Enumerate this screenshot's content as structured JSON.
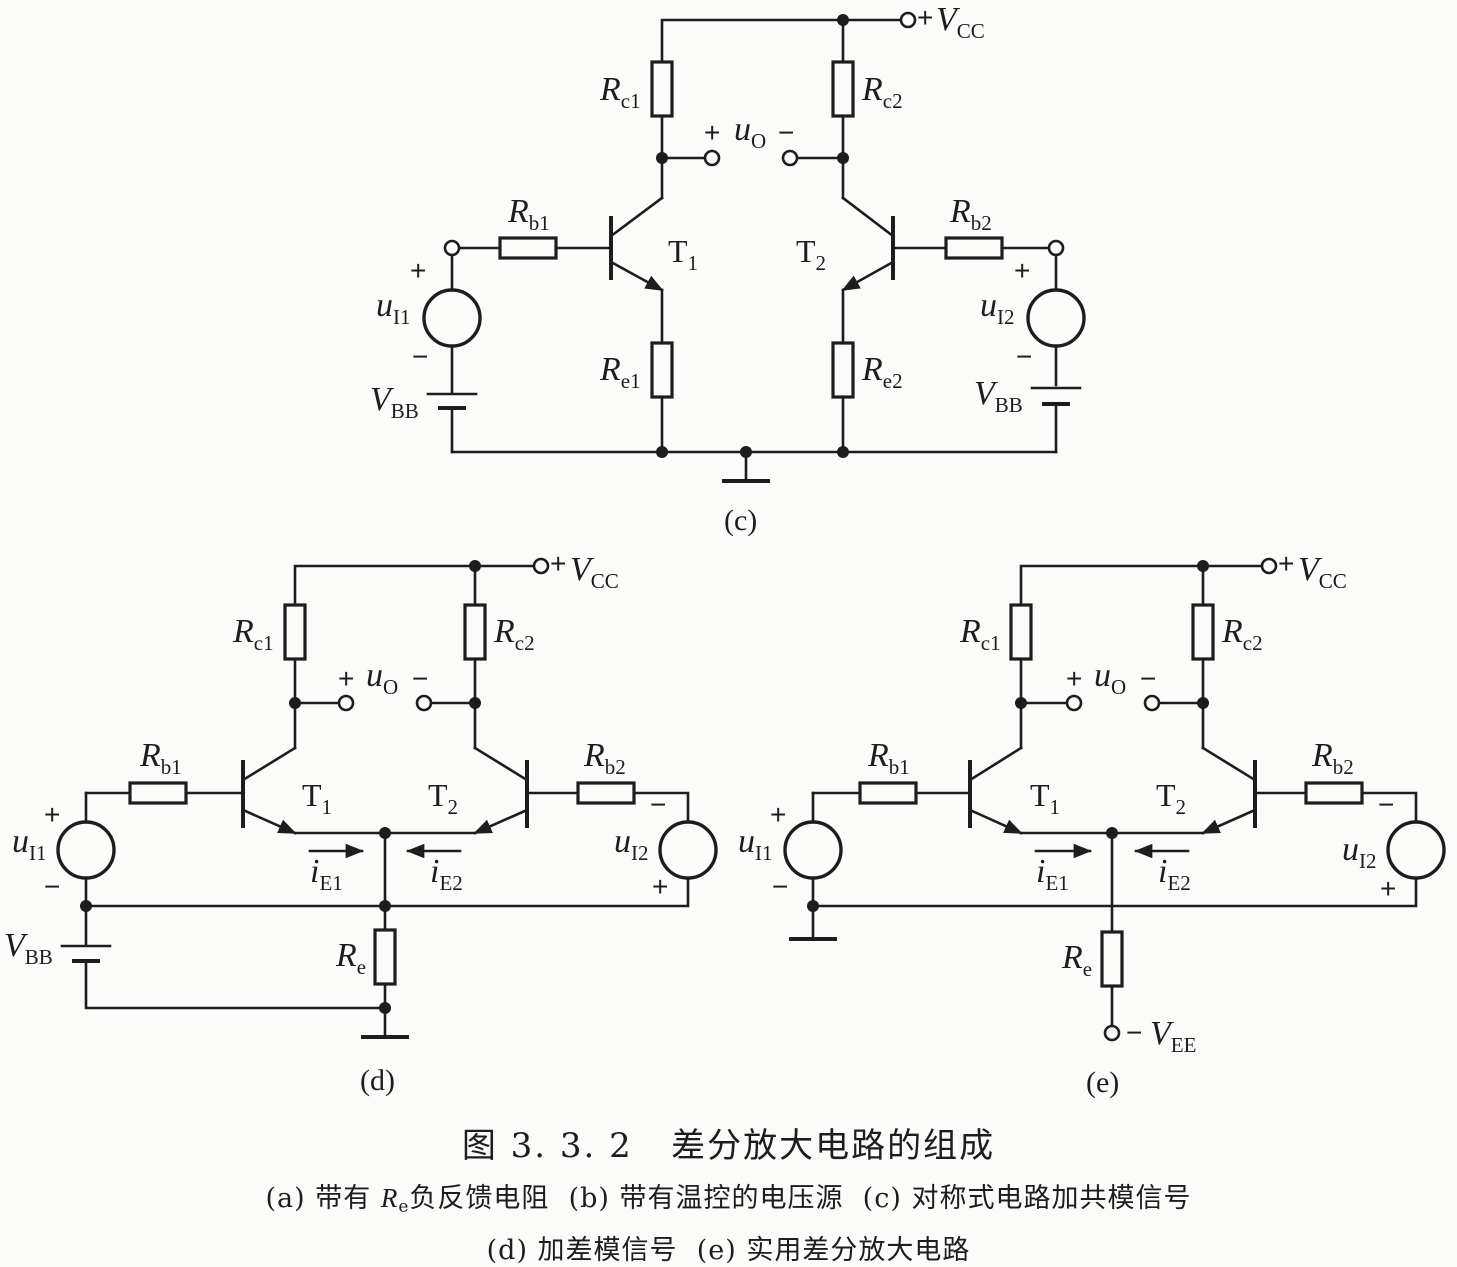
{
  "labels": {
    "Rc1": "R",
    "Rc1_sub": "c1",
    "Rc2": "R",
    "Rc2_sub": "c2",
    "Rb1": "R",
    "Rb1_sub": "b1",
    "Rb2": "R",
    "Rb2_sub": "b2",
    "Re1": "R",
    "Re1_sub": "e1",
    "Re2": "R",
    "Re2_sub": "e2",
    "Re": "R",
    "Re_sub": "e",
    "T1": "T",
    "T1_sub": "1",
    "T2": "T",
    "T2_sub": "2",
    "ui1": "u",
    "ui1_sub": "I1",
    "ui2": "u",
    "ui2_sub": "I2",
    "uo": "u",
    "uo_sub": "O",
    "vcc_prefix": "+",
    "vcc": "V",
    "vcc_sub": "CC",
    "vbb": "V",
    "vbb_sub": "BB",
    "vee_prefix": "−",
    "vee": "V",
    "vee_sub": "EE",
    "ie1": "i",
    "ie1_sub": "E1",
    "ie2": "i",
    "ie2_sub": "E2",
    "plus": "+",
    "minus": "−"
  },
  "subfigures": {
    "c": "(c)",
    "d": "(d)",
    "e": "(e)"
  },
  "caption": {
    "title": "图 3. 3. 2   差分放大电路的组成",
    "line1_a": "(a) 带有 ",
    "line1_R": "R",
    "line1_Rsub": "e",
    "line1_b": "负反馈电阻  (b) 带有温控的电压源  (c) 对称式电路加共模信号",
    "line2": "(d) 加差模信号  (e) 实用差分放大电路"
  }
}
